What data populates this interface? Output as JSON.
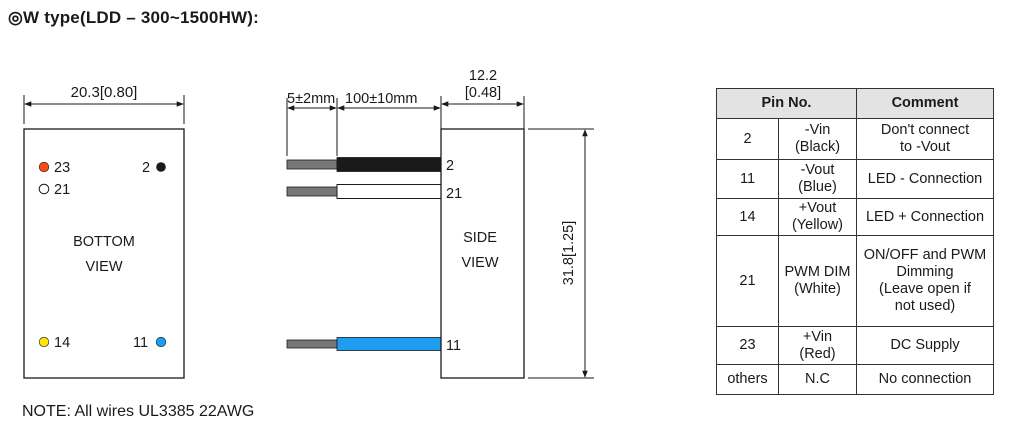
{
  "title": "◎W  type(LDD – 300~1500HW):",
  "note": "NOTE:  All wires UL3385 22AWG",
  "bottom_view": {
    "width_dim": "20.3[0.80]",
    "label_line1": "BOTTOM",
    "label_line2": "VIEW",
    "pins": [
      {
        "num": "23",
        "color": "#ff4a1a"
      },
      {
        "num": "21",
        "color": "#ffffff"
      },
      {
        "num": "2",
        "color": "#1a1a1a"
      },
      {
        "num": "14",
        "color": "#ffe800"
      },
      {
        "num": "11",
        "color": "#1e9ef0"
      }
    ]
  },
  "side_view": {
    "dim_strip": "5±2mm",
    "dim_wire": "100±10mm",
    "dim_width_a": "12.2",
    "dim_width_b": "[0.48]",
    "dim_height": "31.8[1.25]",
    "label_line1": "SIDE",
    "label_line2": "VIEW",
    "wires": [
      {
        "pin": "2",
        "color": "#1a1a1a"
      },
      {
        "pin": "21",
        "color": "#ffffff"
      },
      {
        "pin": "11",
        "color": "#1e9ef0"
      }
    ]
  },
  "table": {
    "headers": [
      "Pin No.",
      "Comment"
    ],
    "rows": [
      {
        "pin": "2",
        "func": [
          "-Vin",
          "(Black)"
        ],
        "comment": [
          "Don't connect",
          "to -Vout"
        ]
      },
      {
        "pin": "11",
        "func": [
          "-Vout",
          "(Blue)"
        ],
        "comment": [
          "LED -  Connection"
        ]
      },
      {
        "pin": "14",
        "func": [
          "+Vout",
          "(Yellow)"
        ],
        "comment": [
          "LED +  Connection"
        ]
      },
      {
        "pin": "21",
        "func": [
          "PWM DIM",
          "(White)"
        ],
        "comment": [
          "ON/OFF and PWM",
          "Dimming",
          "(Leave open if",
          "not used)"
        ]
      },
      {
        "pin": "23",
        "func": [
          "+Vin",
          "(Red)"
        ],
        "comment": [
          "DC Supply"
        ]
      },
      {
        "pin": "others",
        "func": [
          "N.C"
        ],
        "comment": [
          "No connection"
        ]
      }
    ]
  }
}
